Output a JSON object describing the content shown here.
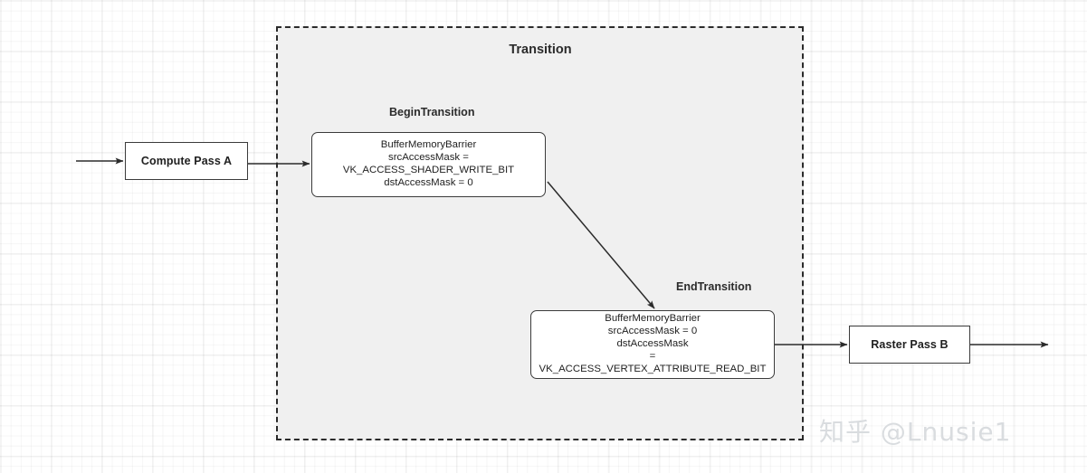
{
  "diagram": {
    "type": "flowchart",
    "title_group": "Transition",
    "watermark": "知乎 @Lnusie1",
    "colors": {
      "group_fill": "#f0f0f0",
      "group_border": "#2b2b2b",
      "node_border": "#3b3b3b",
      "node_fill": "#ffffff",
      "edge": "#2b2b2b",
      "text": "#1f1f1f",
      "watermark": "#d9dcdf"
    },
    "group": {
      "label": "Transition"
    },
    "subgroups": [
      {
        "label": "BeginTransition"
      },
      {
        "label": "EndTransition"
      }
    ],
    "nodes": [
      {
        "id": "compute-pass-a",
        "label": "Compute Pass A",
        "shape": "rectangle"
      },
      {
        "id": "begin-transition-barrier",
        "label": "BufferMemoryBarrier\nsrcAccessMask =\nVK_ACCESS_SHADER_WRITE_BIT\ndstAccessMask = 0",
        "shape": "rounded-rectangle"
      },
      {
        "id": "end-transition-barrier",
        "label": "BufferMemoryBarrier\nsrcAccessMask = 0\ndstAccessMask\n= VK_ACCESS_VERTEX_ATTRIBUTE_READ_BIT",
        "shape": "rounded-rectangle"
      },
      {
        "id": "raster-pass-b",
        "label": "Raster Pass B",
        "shape": "rectangle"
      }
    ],
    "edges": [
      {
        "id": "edge-in-to-compute",
        "from": "",
        "to": "compute-pass-a",
        "style": "solid-arrow"
      },
      {
        "id": "edge-compute-to-begin",
        "from": "compute-pass-a",
        "to": "begin-transition-barrier",
        "style": "solid-arrow"
      },
      {
        "id": "edge-begin-to-end",
        "from": "begin-transition-barrier",
        "to": "end-transition-barrier",
        "style": "solid-arrow-diagonal"
      },
      {
        "id": "edge-end-to-raster",
        "from": "end-transition-barrier",
        "to": "raster-pass-b",
        "style": "solid-arrow"
      },
      {
        "id": "edge-raster-to-out",
        "from": "raster-pass-b",
        "to": "",
        "style": "solid-arrow"
      }
    ]
  }
}
